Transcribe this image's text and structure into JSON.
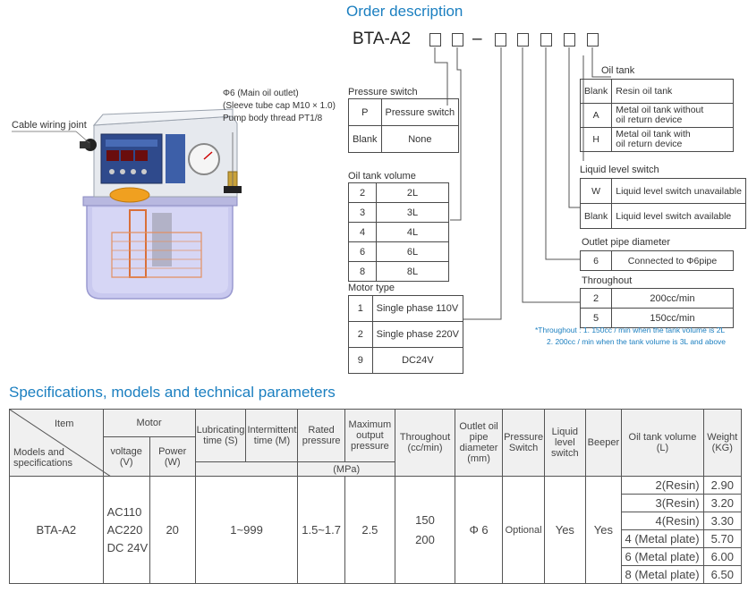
{
  "order": {
    "title": "Order description",
    "code": "BTA-A2",
    "dash": "–"
  },
  "product_labels": {
    "cable": "Cable wiring joint",
    "outlet_line1": "Φ6 (Main oil outlet)",
    "outlet_line2": "(Sleeve tube cap M10 × 1.0)",
    "outlet_line3": "Pump body thread PT1/8"
  },
  "pressure_switch": {
    "title": "Pressure switch",
    "rows": [
      {
        "code": "P",
        "desc": "Pressure switch"
      },
      {
        "code": "Blank",
        "desc": "None"
      }
    ]
  },
  "oil_tank_volume": {
    "title": "Oil tank volume",
    "rows": [
      {
        "code": "2",
        "desc": "2L"
      },
      {
        "code": "3",
        "desc": "3L"
      },
      {
        "code": "4",
        "desc": "4L"
      },
      {
        "code": "6",
        "desc": "6L"
      },
      {
        "code": "8",
        "desc": "8L"
      }
    ]
  },
  "motor_type": {
    "title": "Motor type",
    "rows": [
      {
        "code": "1",
        "desc": "Single phase 110V"
      },
      {
        "code": "2",
        "desc": "Single phase 220V"
      },
      {
        "code": "9",
        "desc": "DC24V"
      }
    ]
  },
  "oil_tank": {
    "title": "Oil tank",
    "rows": [
      {
        "code": "Blank",
        "desc": "Resin oil tank"
      },
      {
        "code": "A",
        "desc1": "Metal oil tank without",
        "desc2": "oil return device"
      },
      {
        "code": "H",
        "desc1": "Metal oil tank with",
        "desc2": "oil return device"
      }
    ]
  },
  "liquid_level": {
    "title": "Liquid level switch",
    "rows": [
      {
        "code": "W",
        "desc": "Liquid level switch unavailable"
      },
      {
        "code": "Blank",
        "desc": "Liquid level switch available"
      }
    ]
  },
  "outlet_pipe": {
    "title": "Outlet pipe diameter",
    "rows": [
      {
        "code": "6",
        "desc": "Connected to Φ6pipe"
      }
    ]
  },
  "throughout": {
    "title": "Throughout",
    "rows": [
      {
        "code": "2",
        "desc": "200cc/min"
      },
      {
        "code": "5",
        "desc": "150cc/min"
      }
    ],
    "note1": "*Throughout : 1. 150cc / min when the tank volume is 2L",
    "note2": "2. 200cc / min when the tank volume is 3L and above"
  },
  "specs": {
    "title": "Specifications, models and technical parameters",
    "headers": {
      "item": "Item",
      "models": "Models and specifications",
      "motor": "Motor",
      "voltage": "voltage (V)",
      "power": "Power (W)",
      "lub_time": "Lubricating time (S)",
      "int_time": "Intermittent time (M)",
      "rated": "Rated pressure",
      "max_out": "Maximum output pressure",
      "mpa": "(MPa)",
      "throughout": "Throughout (cc/min)",
      "outlet": "Outlet oil pipe diameter (mm)",
      "pswitch": "Pressure Switch",
      "lswitch": "Liquid level switch",
      "beeper": "Beeper",
      "tank_vol": "Oil tank volume (L)",
      "weight": "Weight (KG)"
    },
    "row": {
      "model": "BTA-A2",
      "voltages": [
        "AC110",
        "AC220",
        "DC 24V"
      ],
      "power": "20",
      "time": "1~999",
      "rated": "1.5~1.7",
      "max_out": "2.5",
      "throughout": [
        "150",
        "200"
      ],
      "outlet": "Φ 6",
      "pswitch": "Optional",
      "lswitch": "Yes",
      "beeper": "Yes"
    },
    "tank_rows": [
      {
        "vol": "2(Resin)",
        "weight": "2.90"
      },
      {
        "vol": "3(Resin)",
        "weight": "3.20"
      },
      {
        "vol": "4(Resin)",
        "weight": "3.30"
      },
      {
        "vol": "4 (Metal plate)",
        "weight": "5.70"
      },
      {
        "vol": "6 (Metal plate)",
        "weight": "6.00"
      },
      {
        "vol": "8 (Metal plate)",
        "weight": "6.50"
      }
    ]
  },
  "colors": {
    "accent": "#1b7fc0",
    "line": "#4a4a4a"
  }
}
